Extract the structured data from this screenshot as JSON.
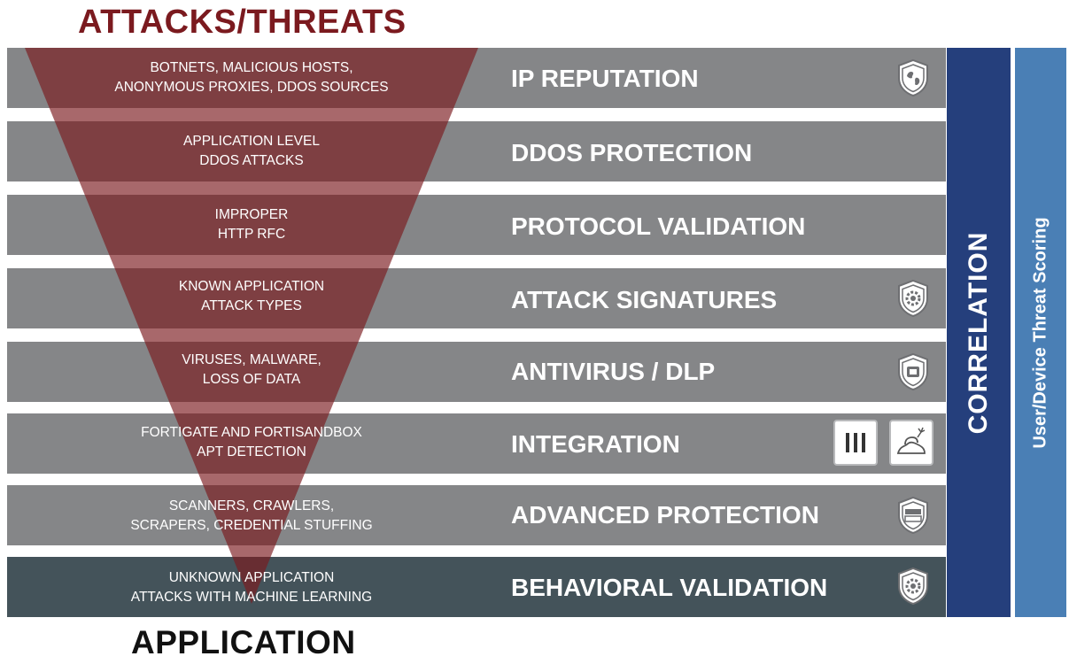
{
  "top_title": "ATTACKS/THREATS",
  "bottom_title": "APPLICATION",
  "layers": [
    {
      "threat_line1": "BOTNETS, MALICIOUS HOSTS,",
      "threat_line2": "ANONYMOUS PROXIES, DDOS SOURCES",
      "defense": "IP REPUTATION",
      "icons": [
        "shield-globe-icon"
      ]
    },
    {
      "threat_line1": "APPLICATION LEVEL",
      "threat_line2": "DDOS ATTACKS",
      "defense": "DDOS PROTECTION",
      "icons": []
    },
    {
      "threat_line1": "IMPROPER",
      "threat_line2": "HTTP RFC",
      "defense": "PROTOCOL VALIDATION",
      "icons": []
    },
    {
      "threat_line1": "KNOWN APPLICATION",
      "threat_line2": "ATTACK TYPES",
      "defense": "ATTACK SIGNATURES",
      "icons": [
        "shield-gear-icon"
      ]
    },
    {
      "threat_line1": "VIRUSES, MALWARE,",
      "threat_line2": "LOSS OF DATA",
      "defense": "ANTIVIRUS / DLP",
      "icons": [
        "shield-chip-icon"
      ]
    },
    {
      "threat_line1": "FORTIGATE AND FORTISANDBOX",
      "threat_line2": "APT DETECTION",
      "defense": "INTEGRATION",
      "icons": [
        "fortigate-icon",
        "sandbox-icon"
      ]
    },
    {
      "threat_line1": "SCANNERS, CRAWLERS,",
      "threat_line2": "SCRAPERS, CREDENTIAL STUFFING",
      "defense": "ADVANCED PROTECTION",
      "icons": [
        "shield-login-icon"
      ]
    },
    {
      "threat_line1": "UNKNOWN APPLICATION",
      "threat_line2": "ATTACKS WITH MACHINE LEARNING",
      "defense": "BEHAVIORAL VALIDATION",
      "icons": [
        "shield-gear-icon"
      ]
    }
  ],
  "correlation_label": "CORRELATION",
  "scoring_label": "User/Device Threat Scoring",
  "colors": {
    "band": "#858688",
    "band_last": "#44535a",
    "funnel": "#7b1a1f",
    "correlation": "#253f7c",
    "scoring": "#4a7fb5",
    "title_top": "#7b1a1f"
  }
}
